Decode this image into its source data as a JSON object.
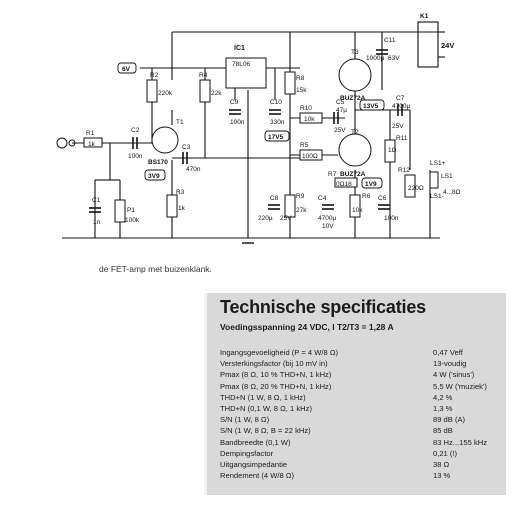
{
  "schematic": {
    "labels": {
      "ic1": "IC1",
      "ic1_part": "78L06",
      "k1": "K1",
      "supply": "24V",
      "r1": "R1",
      "r1v": "1k",
      "p1": "P1",
      "p1v": "100k",
      "c1": "C1",
      "c1v": "1n",
      "c2": "C2",
      "c2v": "100n",
      "r2": "R2",
      "r2v": "220k",
      "t1": "T1",
      "t1_part": "BS170",
      "r3": "R3",
      "r3v": "1k",
      "c3": "C3",
      "c3v": "470n",
      "r4": "R4",
      "r4v": "22k",
      "c9": "C9",
      "c9v": "100n",
      "c10": "C10",
      "c10v": "330n",
      "r8": "R8",
      "r8v": "15k",
      "r9": "R9",
      "r9v": "27k",
      "c8": "C8",
      "c8v": "220µ",
      "c8v2": "25V",
      "c11": "C11",
      "c11v": "1000µ",
      "c11v2": "63V",
      "t3": "T3",
      "t3_part": "BUZ72A",
      "t2": "T2",
      "t2_part": "BUZ72A",
      "r10": "R10",
      "r10v": "10k",
      "c5": "C5",
      "c5v": "47µ",
      "c5v2": "25V",
      "r5": "R5",
      "r5v": "100Ω",
      "r7": "R7",
      "r7v": "0Ω18",
      "c4": "C4",
      "c4v": "4700µ",
      "c4v2": "10V",
      "r6": "R6",
      "r6v": "10k",
      "c6": "C6",
      "c6v": "100n",
      "c7": "C7",
      "c7v": "4700µ",
      "c7v2": "25V",
      "r11": "R11",
      "r11v": "1Ω",
      "r12": "R12",
      "r12v": "220Ω",
      "ls1": "LS1",
      "ls1p": "LS1+",
      "ls1m": "LS1-",
      "ls1v": "4...8Ω",
      "v6": "6V",
      "v3": "3V9",
      "v17": "17V5",
      "v13": "13V5",
      "v1": "1V9"
    }
  },
  "caption": "de FET-amp met buizenklank.",
  "specs": {
    "title": "Technische specificaties",
    "subtitle": "Voedingsspanning 24 VDC, I T2/T3 = 1,28 A",
    "rows": [
      {
        "label": "Ingangsgevoeligheid (P = 4 W/8 Ω)",
        "value": "0,47 Veff"
      },
      {
        "label": "Versterkingsfactor (bij 10 mV in)",
        "value": "13-voudig"
      },
      {
        "label": "Pmax (8 Ω, 10 % THD+N, 1 kHz)",
        "value": "4 W ('sinus')"
      },
      {
        "label": "Pmax (8 Ω, 20 % THD+N, 1 kHz)",
        "value": "5,5 W ('muziek')"
      },
      {
        "label": "THD+N (1 W, 8 Ω, 1 kHz)",
        "value": "4,2 %"
      },
      {
        "label": "THD+N (0,1 W, 8 Ω, 1 kHz)",
        "value": "1,3 %"
      },
      {
        "label": "S/N (1 W, 8 Ω)",
        "value": "89 dB (A)"
      },
      {
        "label": "S/N (1 W, 8 Ω, B = 22 kHz)",
        "value": "85 dB"
      },
      {
        "label": "Bandbreedte (0,1 W)",
        "value": "83 Hz...155 kHz"
      },
      {
        "label": "Dempingsfactor",
        "value": "0,21 (!)"
      },
      {
        "label": "Uitgangsimpedantie",
        "value": "38 Ω"
      },
      {
        "label": "Rendement (4 W/8 Ω)",
        "value": "13 %"
      }
    ]
  }
}
